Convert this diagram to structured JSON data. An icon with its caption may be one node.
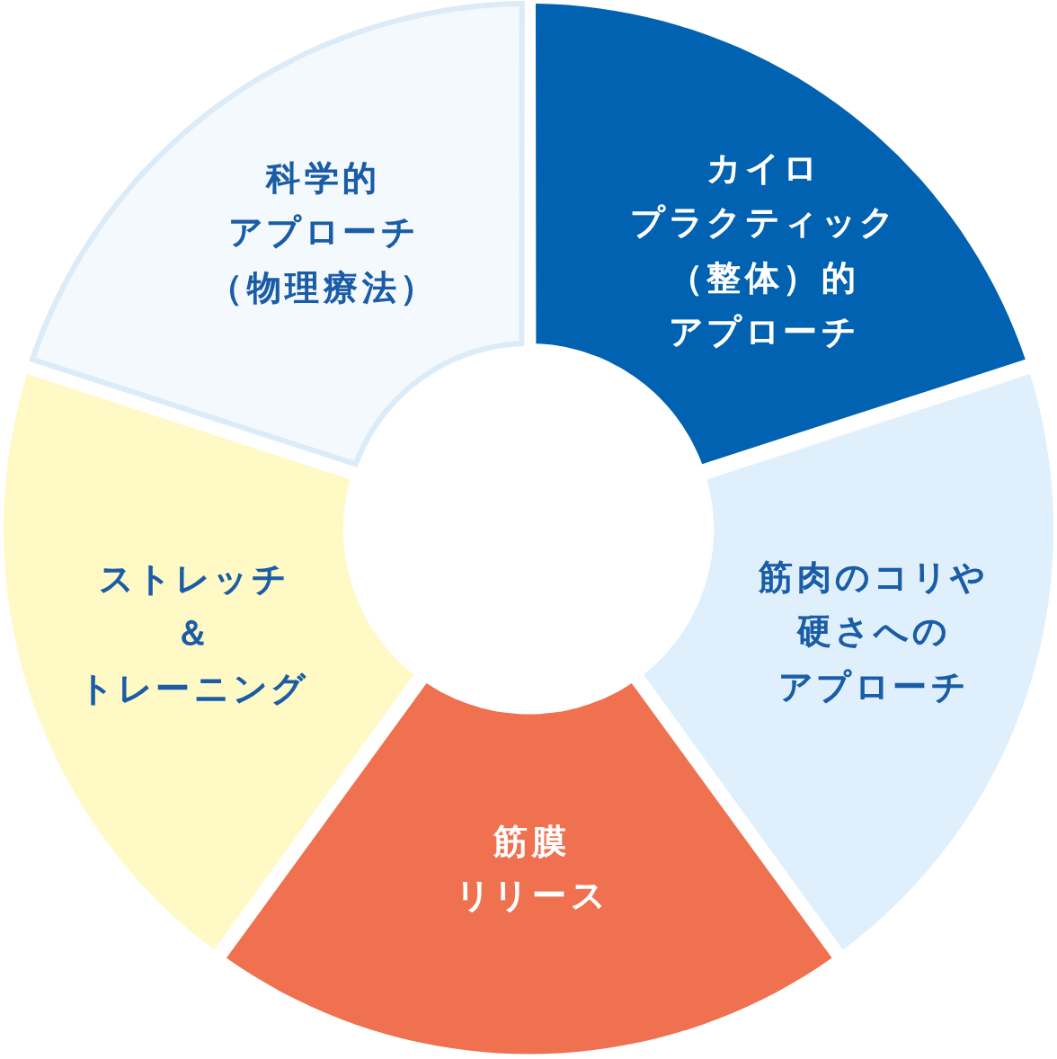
{
  "diagram": {
    "nodes": [
      {
        "text": [
          "カイロプラクティック（整体）的アプローチ"
        ]
      },
      {
        "text": [
          "筋肉のコリや硬さへのアプローチ"
        ]
      },
      {
        "text": [
          "筋膜リリース"
        ]
      },
      {
        "text": [
          "ストレッチ＆トレーニング"
        ]
      },
      {
        "text": [
          "科学的アプローチ（物理療法）"
        ]
      }
    ]
  }
}
